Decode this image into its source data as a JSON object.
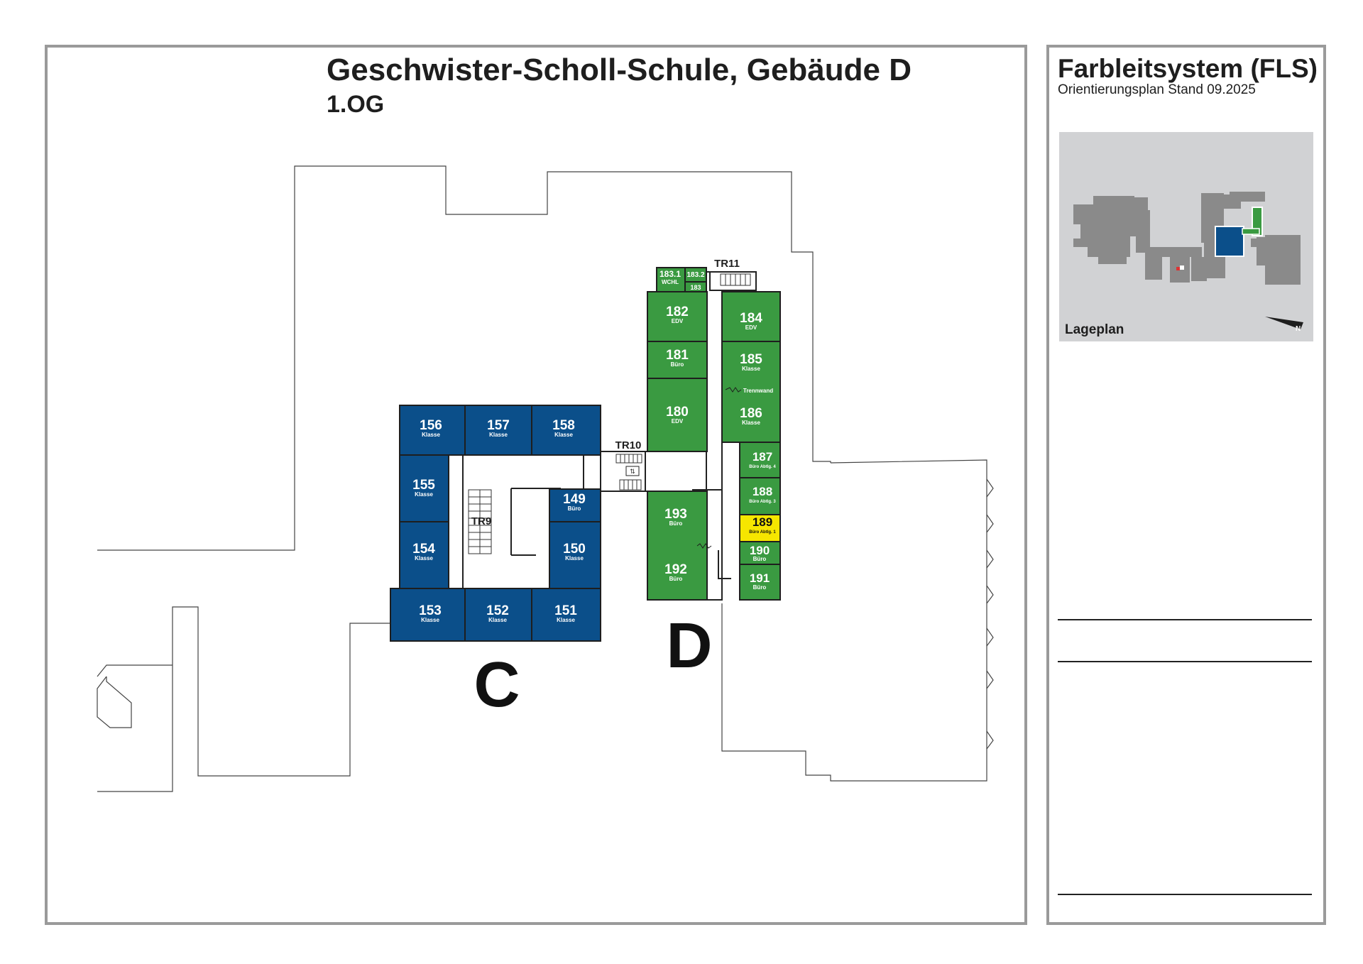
{
  "header": {
    "title": "Geschwister-Scholl-Schule, Gebäude D",
    "floor": "1.OG"
  },
  "side_panel": {
    "title": "Farbleitsystem (FLS)",
    "subtitle": "Orientierungsplan Stand 09.2025",
    "lageplan_label": "Lageplan"
  },
  "colors": {
    "building_c": "#0b4f8a",
    "building_d": "#3a9a41",
    "highlight": "#f6e600",
    "site_plan_bg": "#d1d2d4",
    "site_plan_buildings": "#8a8a8a"
  },
  "building_labels": {
    "c": "C",
    "d": "D"
  },
  "stairs": {
    "tr9": "TR9",
    "tr10": "TR10",
    "tr11": "TR11"
  },
  "partition_label": "Trennwand",
  "rooms_c": [
    {
      "number": "156",
      "use": "Klasse"
    },
    {
      "number": "157",
      "use": "Klasse"
    },
    {
      "number": "158",
      "use": "Klasse"
    },
    {
      "number": "155",
      "use": "Klasse"
    },
    {
      "number": "154",
      "use": "Klasse"
    },
    {
      "number": "149",
      "use": "Büro"
    },
    {
      "number": "150",
      "use": "Klasse"
    },
    {
      "number": "153",
      "use": "Klasse"
    },
    {
      "number": "152",
      "use": "Klasse"
    },
    {
      "number": "151",
      "use": "Klasse"
    }
  ],
  "rooms_d": [
    {
      "number": "183.1",
      "use": "WCHL"
    },
    {
      "number": "183.2",
      "use": ""
    },
    {
      "number": "183",
      "use": ""
    },
    {
      "number": "182",
      "use": "EDV"
    },
    {
      "number": "181",
      "use": "Büro"
    },
    {
      "number": "180",
      "use": "EDV"
    },
    {
      "number": "184",
      "use": "EDV"
    },
    {
      "number": "185",
      "use": "Klasse"
    },
    {
      "number": "186",
      "use": "Klasse"
    },
    {
      "number": "187",
      "use": "Büro Abtlg. 4"
    },
    {
      "number": "188",
      "use": "Büro Abtlg. 3"
    },
    {
      "number": "189",
      "use": "Büro Abtlg. 1"
    },
    {
      "number": "190",
      "use": "Büro"
    },
    {
      "number": "191",
      "use": "Büro"
    },
    {
      "number": "193",
      "use": "Büro"
    },
    {
      "number": "192",
      "use": "Büro"
    }
  ]
}
